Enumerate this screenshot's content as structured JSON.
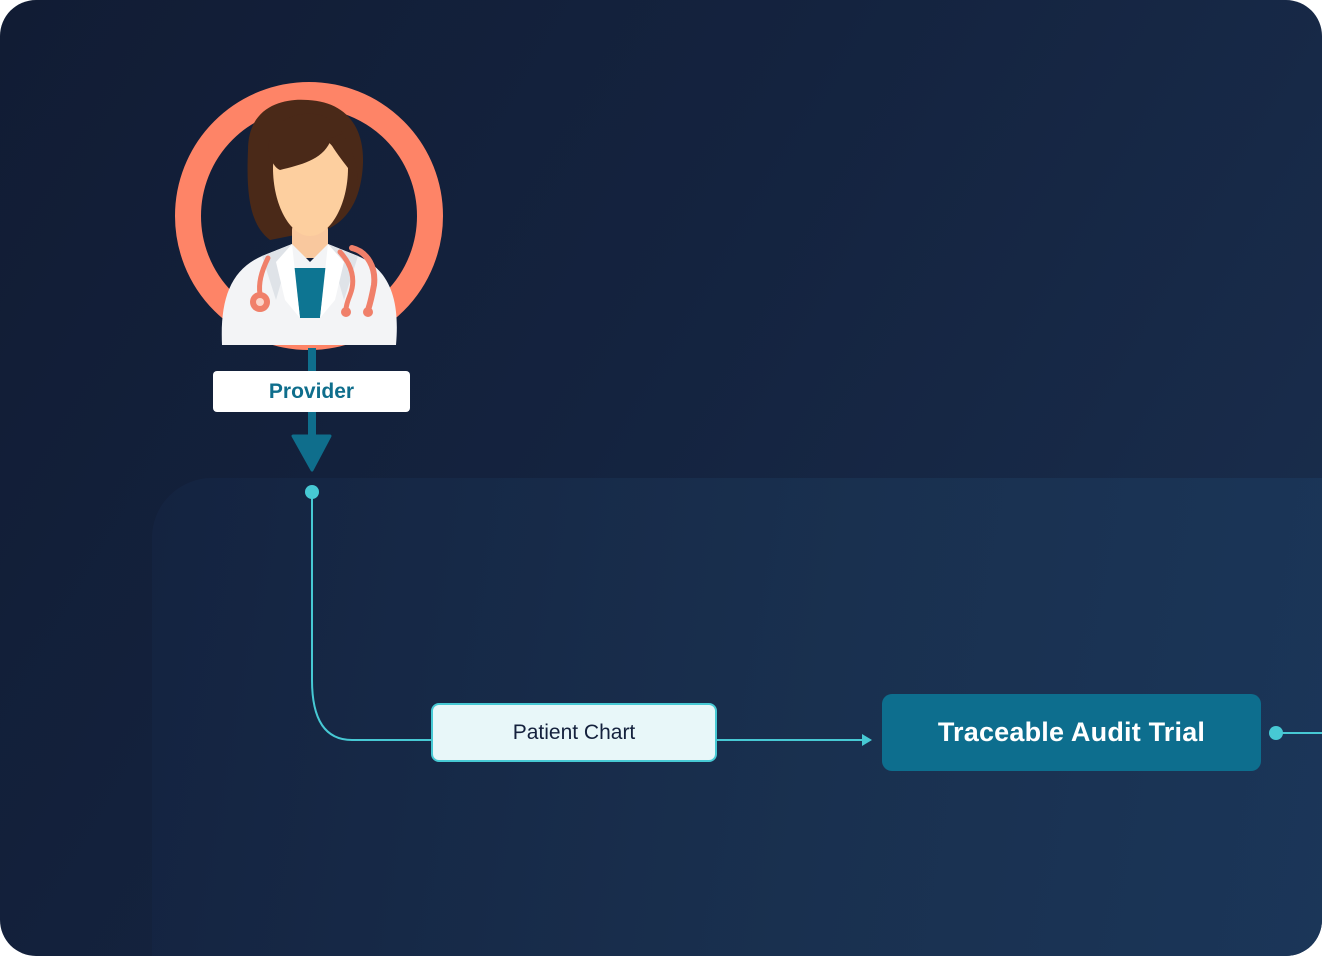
{
  "diagram": {
    "provider_label": "Provider",
    "patient_chart_label": "Patient Chart",
    "audit_trial_label": "Traceable Audit Trial"
  },
  "colors": {
    "background_dark": "#111c34",
    "panel": "#19304f",
    "ring": "#fe8467",
    "connector_teal": "#47c9d4",
    "arrow_blue": "#0f6e8c",
    "audit_box": "#0d6e8e",
    "chart_box_fill": "#e8f7f9"
  },
  "icons": {
    "provider_avatar": "doctor-avatar-icon"
  }
}
